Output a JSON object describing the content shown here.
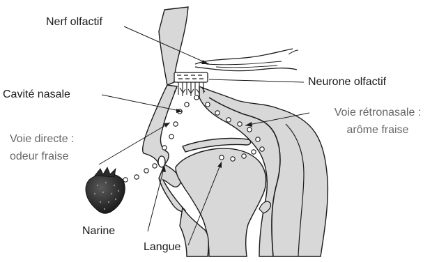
{
  "labels": {
    "nerf_olfactif": "Nerf olfactif",
    "neurone_olfactif": "Neurone olfactif",
    "cavite_nasale": "Cavité nasale",
    "voie_directe_1": "Voie directe :",
    "voie_directe_2": "odeur fraise",
    "voie_retronasale_1": "Voie rétronasale :",
    "voie_retronasale_2": "arôme fraise",
    "narine": "Narine",
    "langue": "Langue"
  },
  "colors": {
    "tissue": "#d8d8d8",
    "outline": "#1a1a1a",
    "label_dark": "#1a1a1a",
    "label_grey": "#666666",
    "odor_dot": "#ffffff"
  }
}
